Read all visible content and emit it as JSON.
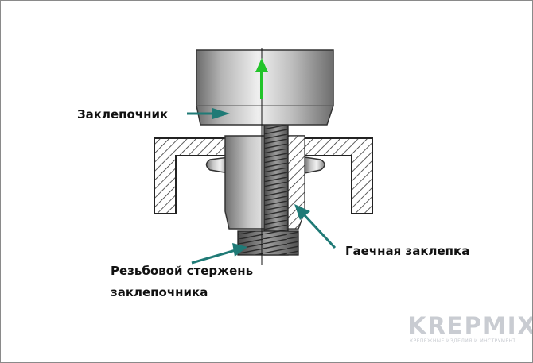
{
  "labels": {
    "rivet_tool": "Заклепочник",
    "nut_rivet": "Гаечная заклепка",
    "stem_line1": "Резьбовой стержень",
    "stem_line2": "заклепочника"
  },
  "logo": {
    "brand": "KREPMIX",
    "tagline": "КРЕПЕЖНЫЕ ИЗДЕЛИЯ И ИНСТРУМЕНТ"
  },
  "colors": {
    "callout_arrow": "#1f7a76",
    "pull_arrow": "#22c42a",
    "hatch": "#333333",
    "logo": "#c9ccd2"
  },
  "icons": {
    "pull_direction": "up-arrow-icon"
  }
}
